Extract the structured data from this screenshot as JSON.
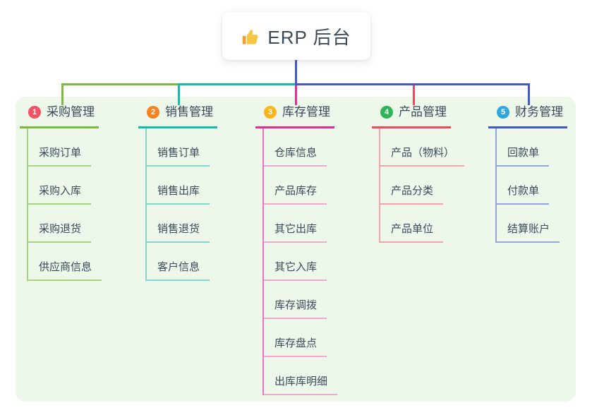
{
  "canvas": {
    "bg": "#FFFFFF",
    "panel": "#EDF7EA",
    "text": "#3B4A5A"
  },
  "root": {
    "icon": "thumbs-up-icon",
    "label": "ERP 后台"
  },
  "connectors": {
    "root_line": "#4458CE",
    "bus_green": "#7CB93F",
    "bus_teal": "#14BCA9",
    "bus_blue": "#4458CE",
    "drop_1": "#7CB93F",
    "drop_2": "#14BCA9",
    "drop_3": "#E52E93",
    "drop_4": "#F2485C",
    "drop_5": "#4458CE"
  },
  "branches": [
    {
      "num": "1",
      "title": "采购管理",
      "colors": {
        "badge": "#F25266",
        "header": "#7CB93F",
        "trunk": "#A8D37E",
        "sub": "#A8D37E"
      },
      "children": [
        "采购订单",
        "采购入库",
        "采购退货",
        "供应商信息"
      ]
    },
    {
      "num": "2",
      "title": "销售管理",
      "colors": {
        "badge": "#F5821E",
        "header": "#14BCA9",
        "trunk": "#7FD9CD",
        "sub": "#7FD9CD"
      },
      "children": [
        "销售订单",
        "销售出库",
        "销售退货",
        "客户信息"
      ]
    },
    {
      "num": "3",
      "title": "库存管理",
      "colors": {
        "badge": "#F7B51B",
        "header": "#E52E93",
        "trunk": "#EE74B6",
        "sub": "#F4A8CF"
      },
      "children": [
        "仓库信息",
        "产品库存",
        "其它出库",
        "其它入库",
        "库存调拨",
        "库存盘点",
        "出库库明细"
      ]
    },
    {
      "num": "4",
      "title": "产品管理",
      "colors": {
        "badge": "#2FB457",
        "header": "#F2485C",
        "trunk": "#F8A3AB",
        "sub": "#F8A3AB"
      },
      "children": [
        "产品（物料）",
        "产品分类",
        "产品单位"
      ]
    },
    {
      "num": "5",
      "title": "财务管理",
      "colors": {
        "badge": "#2FA6DE",
        "header": "#3E56CE",
        "trunk": "#92A4DF",
        "sub": "#92A4DF"
      },
      "children": [
        "回款单",
        "付款单",
        "结算账户"
      ]
    }
  ]
}
